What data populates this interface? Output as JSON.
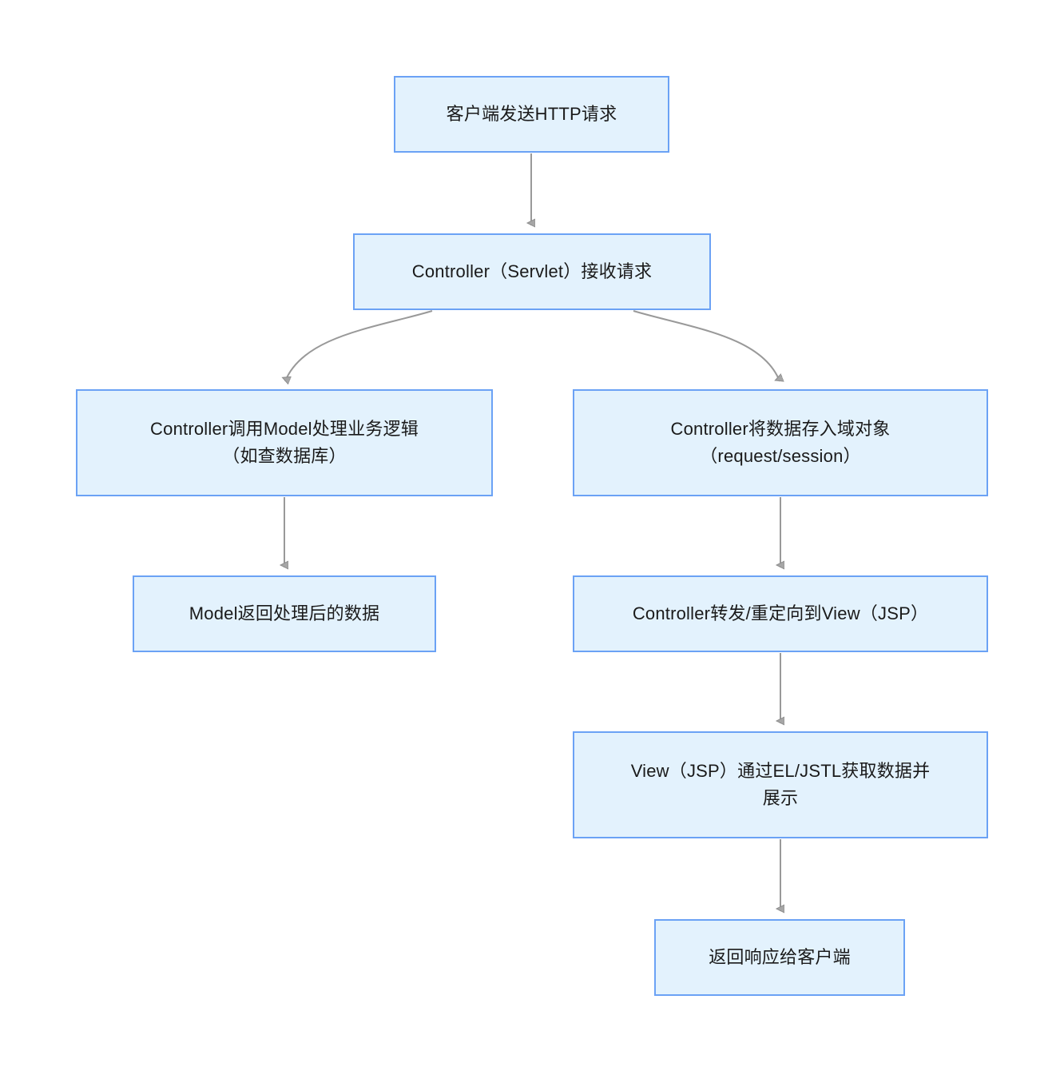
{
  "diagram": {
    "type": "flowchart",
    "direction": "top-down",
    "theme": {
      "node_fill": "#e3f2fd",
      "node_border": "#6ba2f5",
      "edge_color": "#999999",
      "text_color": "#1a1a1a",
      "background": "#ffffff"
    },
    "nodes": [
      {
        "id": "client",
        "label": "客户端发送HTTP请求"
      },
      {
        "id": "ctrl",
        "label": "Controller（Servlet）接收请求"
      },
      {
        "id": "model",
        "label": "Controller调用Model处理业务逻辑\n（如查数据库）"
      },
      {
        "id": "scope",
        "label": "Controller将数据存入域对象\n（request/session）"
      },
      {
        "id": "modelret",
        "label": "Model返回处理后的数据"
      },
      {
        "id": "forward",
        "label": "Controller转发/重定向到View（JSP）"
      },
      {
        "id": "view",
        "label": "View（JSP）通过EL/JSTL获取数据并\n展示"
      },
      {
        "id": "resp",
        "label": "返回响应给客户端"
      }
    ],
    "edges": [
      {
        "from": "client",
        "to": "ctrl",
        "style": "straight",
        "label": ""
      },
      {
        "from": "ctrl",
        "to": "model",
        "style": "curved",
        "label": ""
      },
      {
        "from": "ctrl",
        "to": "scope",
        "style": "curved",
        "label": ""
      },
      {
        "from": "model",
        "to": "modelret",
        "style": "straight",
        "label": ""
      },
      {
        "from": "scope",
        "to": "forward",
        "style": "straight",
        "label": ""
      },
      {
        "from": "forward",
        "to": "view",
        "style": "straight",
        "label": ""
      },
      {
        "from": "view",
        "to": "resp",
        "style": "straight",
        "label": ""
      }
    ]
  }
}
